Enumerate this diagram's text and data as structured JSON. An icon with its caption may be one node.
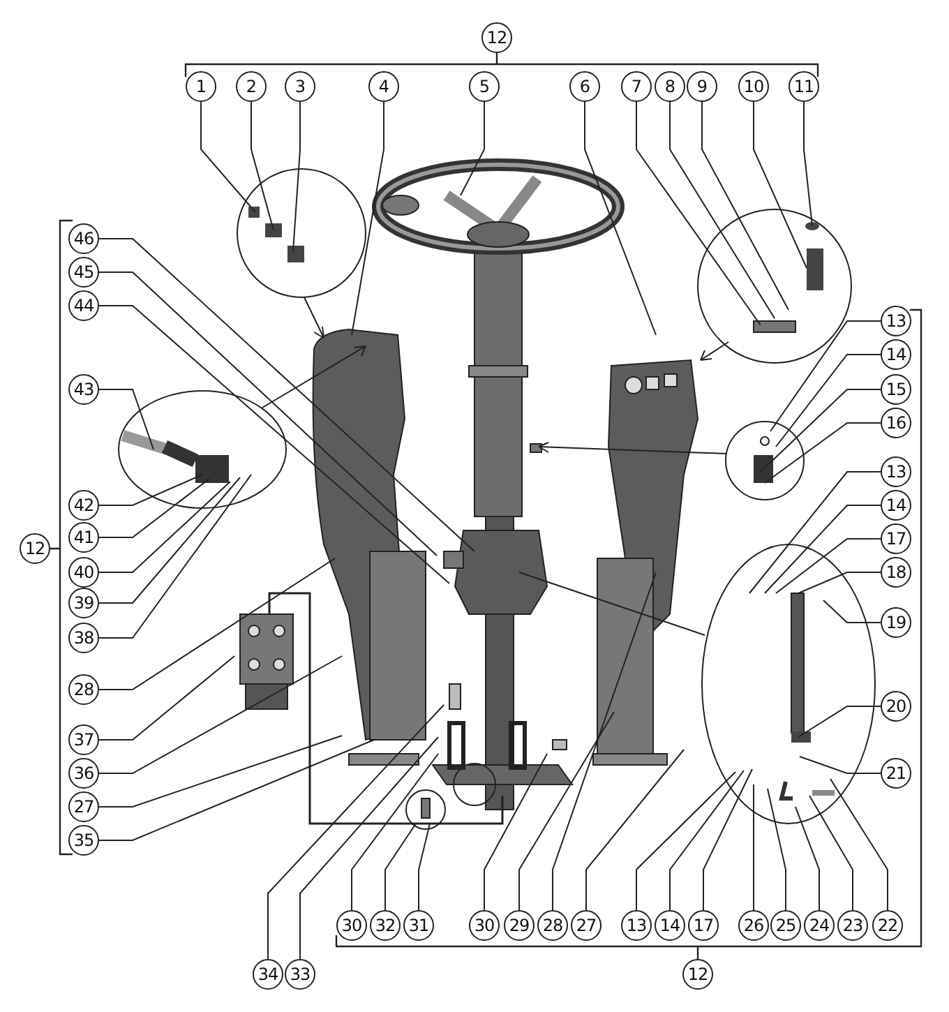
{
  "diagram": {
    "nodes": [
      {
        "text": [
          "12"
        ]
      },
      {
        "text": [
          "1"
        ]
      },
      {
        "text": [
          "2"
        ]
      },
      {
        "text": [
          "3"
        ]
      },
      {
        "text": [
          "4"
        ]
      },
      {
        "text": [
          "5"
        ]
      },
      {
        "text": [
          "6"
        ]
      },
      {
        "text": [
          "7"
        ]
      },
      {
        "text": [
          "8"
        ]
      },
      {
        "text": [
          "9"
        ]
      },
      {
        "text": [
          "10"
        ]
      },
      {
        "text": [
          "11"
        ]
      },
      {
        "text": [
          "46"
        ]
      },
      {
        "text": [
          "45"
        ]
      },
      {
        "text": [
          "44"
        ]
      },
      {
        "text": [
          "13"
        ]
      },
      {
        "text": [
          "14"
        ]
      },
      {
        "text": [
          "15"
        ]
      },
      {
        "text": [
          "16"
        ]
      },
      {
        "text": [
          "43"
        ]
      },
      {
        "text": [
          "13"
        ]
      },
      {
        "text": [
          "14"
        ]
      },
      {
        "text": [
          "42"
        ]
      },
      {
        "text": [
          "12"
        ]
      },
      {
        "text": [
          "41"
        ]
      },
      {
        "text": [
          "17"
        ]
      },
      {
        "text": [
          "40"
        ]
      },
      {
        "text": [
          "18"
        ]
      },
      {
        "text": [
          "39"
        ]
      },
      {
        "text": [
          "19"
        ]
      },
      {
        "text": [
          "38"
        ]
      },
      {
        "text": [
          "28"
        ]
      },
      {
        "text": [
          "20"
        ]
      },
      {
        "text": [
          "37"
        ]
      },
      {
        "text": [
          "36"
        ]
      },
      {
        "text": [
          "21"
        ]
      },
      {
        "text": [
          "27"
        ]
      },
      {
        "text": [
          "35"
        ]
      },
      {
        "text": [
          "30"
        ]
      },
      {
        "text": [
          "32"
        ]
      },
      {
        "text": [
          "31"
        ]
      },
      {
        "text": [
          "30"
        ]
      },
      {
        "text": [
          "29"
        ]
      },
      {
        "text": [
          "28"
        ]
      },
      {
        "text": [
          "27"
        ]
      },
      {
        "text": [
          "13"
        ]
      },
      {
        "text": [
          "14"
        ]
      },
      {
        "text": [
          "17"
        ]
      },
      {
        "text": [
          "26"
        ]
      },
      {
        "text": [
          "25"
        ]
      },
      {
        "text": [
          "24"
        ]
      },
      {
        "text": [
          "23"
        ]
      },
      {
        "text": [
          "22"
        ]
      },
      {
        "text": [
          "34"
        ]
      },
      {
        "text": [
          "33"
        ]
      },
      {
        "text": [
          "12"
        ]
      }
    ],
    "edges": [
      {
        "from": 1,
        "to": null,
        "arrow": "none"
      },
      {
        "from": 2,
        "to": null,
        "arrow": "none"
      },
      {
        "from": 3,
        "to": null,
        "arrow": "none"
      },
      {
        "from": 4,
        "to": null,
        "arrow": "none"
      },
      {
        "from": 5,
        "to": null,
        "arrow": "none"
      },
      {
        "from": 6,
        "to": null,
        "arrow": "none"
      },
      {
        "from": 7,
        "to": null,
        "arrow": "none"
      },
      {
        "from": 8,
        "to": null,
        "arrow": "none"
      },
      {
        "from": 9,
        "to": null,
        "arrow": "none"
      },
      {
        "from": 10,
        "to": null,
        "arrow": "none"
      },
      {
        "from": 11,
        "to": null,
        "arrow": "none"
      },
      {
        "from": 12,
        "to": null,
        "arrow": "none"
      },
      {
        "from": 13,
        "to": null,
        "arrow": "none"
      },
      {
        "from": 14,
        "to": null,
        "arrow": "none"
      },
      {
        "from": 15,
        "to": null,
        "arrow": "none"
      },
      {
        "from": 16,
        "to": null,
        "arrow": "none"
      },
      {
        "from": 17,
        "to": null,
        "arrow": "none"
      },
      {
        "from": 18,
        "to": null,
        "arrow": "none"
      },
      {
        "from": 19,
        "to": null,
        "arrow": "none"
      },
      {
        "from": 20,
        "to": null,
        "arrow": "none"
      },
      {
        "from": 21,
        "to": null,
        "arrow": "none"
      },
      {
        "from": 22,
        "to": null,
        "arrow": "none"
      },
      {
        "from": 24,
        "to": null,
        "arrow": "none"
      },
      {
        "from": 25,
        "to": null,
        "arrow": "none"
      },
      {
        "from": 26,
        "to": null,
        "arrow": "none"
      },
      {
        "from": 27,
        "to": null,
        "arrow": "none"
      },
      {
        "from": 28,
        "to": null,
        "arrow": "none"
      },
      {
        "from": 29,
        "to": null,
        "arrow": "none"
      },
      {
        "from": 30,
        "to": null,
        "arrow": "none"
      },
      {
        "from": 31,
        "to": null,
        "arrow": "none"
      },
      {
        "from": 32,
        "to": null,
        "arrow": "none"
      },
      {
        "from": 33,
        "to": null,
        "arrow": "none"
      },
      {
        "from": 34,
        "to": null,
        "arrow": "none"
      },
      {
        "from": 35,
        "to": null,
        "arrow": "none"
      },
      {
        "from": 36,
        "to": null,
        "arrow": "none"
      },
      {
        "from": 37,
        "to": null,
        "arrow": "none"
      },
      {
        "from": 38,
        "to": null,
        "arrow": "none"
      },
      {
        "from": 39,
        "to": null,
        "arrow": "none"
      },
      {
        "from": 40,
        "to": null,
        "arrow": "none"
      },
      {
        "from": 41,
        "to": null,
        "arrow": "none"
      },
      {
        "from": 42,
        "to": null,
        "arrow": "none"
      },
      {
        "from": 43,
        "to": null,
        "arrow": "none"
      },
      {
        "from": 44,
        "to": null,
        "arrow": "none"
      },
      {
        "from": 45,
        "to": null,
        "arrow": "none"
      },
      {
        "from": 46,
        "to": null,
        "arrow": "none"
      },
      {
        "from": 47,
        "to": null,
        "arrow": "none"
      },
      {
        "from": 48,
        "to": null,
        "arrow": "none"
      },
      {
        "from": 49,
        "to": null,
        "arrow": "none"
      },
      {
        "from": 50,
        "to": null,
        "arrow": "none"
      },
      {
        "from": 51,
        "to": null,
        "arrow": "none"
      },
      {
        "from": 52,
        "to": null,
        "arrow": "none"
      },
      {
        "from": 53,
        "to": null,
        "arrow": "none"
      },
      {
        "from": 54,
        "to": null,
        "arrow": "none"
      }
    ]
  }
}
